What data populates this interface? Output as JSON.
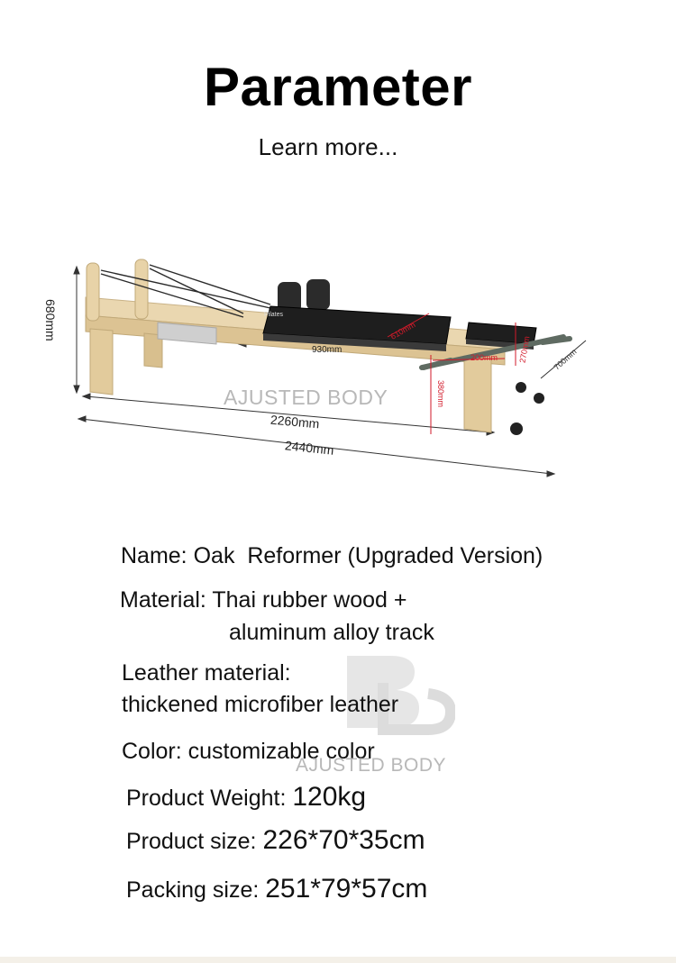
{
  "header": {
    "title": "Parameter",
    "subtitle": "Learn more..."
  },
  "figure": {
    "watermark": "AJUSTED BODY",
    "brand_text": "Pilates",
    "dimensions": {
      "height_label": "680mm",
      "carriage_label": "930mm",
      "inner_length_label": "2260mm",
      "total_length_label": "2440mm",
      "carriage_width_label": "610mm",
      "platform_label": "200mm",
      "box_label": "270mm",
      "rail_height_label": "380mm",
      "width_label": "700mm"
    },
    "colors": {
      "wood": "#e8d3a8",
      "upholstery": "#1f1f1f",
      "frame_metal": "#5f6b62",
      "dimension_red": "#d21a2a"
    }
  },
  "specs": {
    "name_label": "Name:",
    "name_value": "Oak  Reformer (Upgraded Version)",
    "material_label": "Material:",
    "material_value_1": "Thai rubber wood +",
    "material_value_2": "aluminum alloy track",
    "leather_label": "Leather material:",
    "leather_value": "thickened microfiber leather",
    "color_label": "Color:",
    "color_value": "customizable color",
    "weight_label": "Product Weight:",
    "weight_value": "120kg",
    "size_label": "Product size:",
    "size_value": "226*70*35cm",
    "packing_label": "Packing size:",
    "packing_value": "251*79*57cm"
  },
  "watermark_bottom": "AJUSTED BODY"
}
